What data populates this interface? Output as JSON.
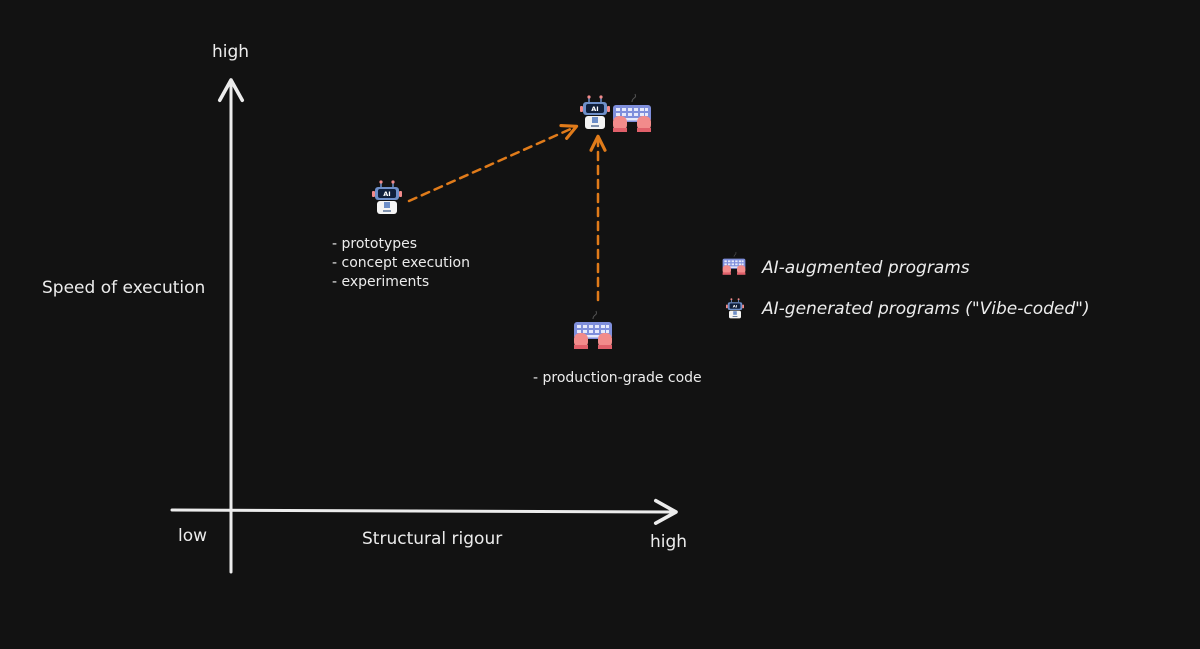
{
  "axes": {
    "y_title": "Speed of execution",
    "y_high": "high",
    "x_title": "Structural rigour",
    "x_high": "high",
    "origin_low": "low"
  },
  "nodes": {
    "ai_generated": {
      "icon": "ai-robot-icon",
      "notes": [
        "- prototypes",
        "- concept execution",
        "- experiments"
      ]
    },
    "ai_augmented": {
      "icon": "keyboard-hands-icon",
      "notes": [
        "- production-grade code"
      ]
    },
    "combined": {
      "icons": [
        "ai-robot-icon",
        "keyboard-hands-icon"
      ]
    }
  },
  "legend": [
    {
      "icon": "keyboard-hands-icon",
      "label": "AI-augmented programs"
    },
    {
      "icon": "ai-robot-icon",
      "label": "AI-generated programs (\"Vibe-coded\")"
    }
  ],
  "colors": {
    "background": "#121212",
    "axis": "#ececec",
    "arrow": "#e07b1a",
    "robot_head": "#6e8fc9",
    "hands": "#f28b8b"
  }
}
